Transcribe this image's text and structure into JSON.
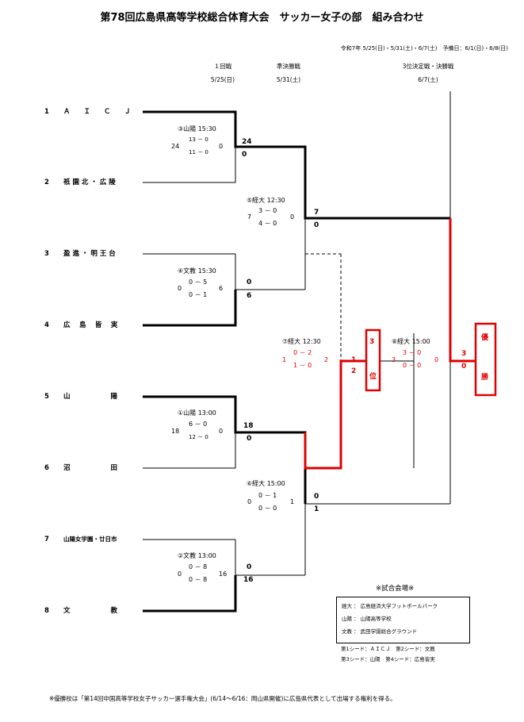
{
  "title": "第78回広島県高等学校総合体育大会　サッカー女子の部　組み合わせ",
  "dates_line": "令和7年 5/25(日)・5/31(土)・6/7(土)　予備日：6/1(日)・6/8(日)",
  "rounds": [
    {
      "name": "１回戦",
      "date": "5/25(日)"
    },
    {
      "name": "準決勝戦",
      "date": "5/31(土)"
    },
    {
      "name": "3位決定戦・決勝戦",
      "date": "6/7(土)"
    }
  ],
  "teams": [
    {
      "num": "1",
      "name": "Ａ　　Ｉ　　Ｃ　　Ｊ"
    },
    {
      "num": "2",
      "name": "祇 園 北 ・ 広 陵"
    },
    {
      "num": "3",
      "name": "盈 進 ・ 明 王 台"
    },
    {
      "num": "4",
      "name": "広　 島　 皆　 実"
    },
    {
      "num": "5",
      "name": "山　　　　　　陽"
    },
    {
      "num": "6",
      "name": "沼　　　　　　田"
    },
    {
      "num": "7",
      "name": "山陽女学園・廿日市"
    },
    {
      "num": "8",
      "name": "文　　　　　　教"
    }
  ],
  "matches": {
    "m3": {
      "label": "③山陽 15:30",
      "left": "24",
      "right": "0",
      "half1": "13 － 0",
      "half2": "11 － 0",
      "top_score": "24",
      "bottom_score": "0"
    },
    "m4": {
      "label": "④文教 15:30",
      "left": "0",
      "right": "6",
      "half1": "0 － 5",
      "half2": "0 － 1",
      "top_score": "0",
      "bottom_score": "6"
    },
    "m1": {
      "label": "①山陽 13:00",
      "left": "18",
      "right": "0",
      "half1": "6 － 0",
      "half2": "12 － 0",
      "top_score": "18",
      "bottom_score": "0"
    },
    "m2": {
      "label": "②文教 13:00",
      "left": "0",
      "right": "16",
      "half1": "0 － 8",
      "half2": "0 － 8",
      "top_score": "0",
      "bottom_score": "16"
    },
    "m5": {
      "label": "⑤経大 12:30",
      "left": "7",
      "right": "0",
      "half1": "3 － 0",
      "half2": "4 － 0",
      "top_score": "7",
      "bottom_score": "0"
    },
    "m6": {
      "label": "⑥経大 15:00",
      "left": "0",
      "right": "1",
      "half1": "0 － 1",
      "half2": "0 － 0",
      "top_score": "0",
      "bottom_score": "1"
    },
    "m7": {
      "label": "⑦経大 12:30",
      "left": "1",
      "right": "2",
      "half1": "0 － 2",
      "half2": "1 － 0",
      "top_score": "1",
      "bottom_score": "2"
    },
    "m8": {
      "label": "⑧経大 15:00",
      "left": "3",
      "right": "0",
      "half1": "3 － 0",
      "half2": "0 － 0",
      "top_score": "3",
      "bottom_score": "0"
    }
  },
  "third_place_box": [
    "3",
    "位"
  ],
  "champion_box": [
    "優",
    "勝"
  ],
  "legend": {
    "title": "※試合会場※",
    "rows": [
      "経大 ： 広島経済大学フットボールパーク",
      "山陽 ： 山陽高等学校",
      "文教 ： 武田学園総合グラウンド"
    ],
    "seeds1": "第1シード：ＡＩＣＪ　第2シード：文教",
    "seeds2": "第3シード：山陽　第4シード：広島皆実"
  },
  "footnote": "※優勝校は「第14回中国高等学校女子サッカー選手権大会」(6/14～6/16：岡山県開催)に広島県代表として出場する権利を得る。",
  "colors": {
    "winner_line": "#000000",
    "loser_line": "#000000",
    "highlight": "#e00000"
  }
}
